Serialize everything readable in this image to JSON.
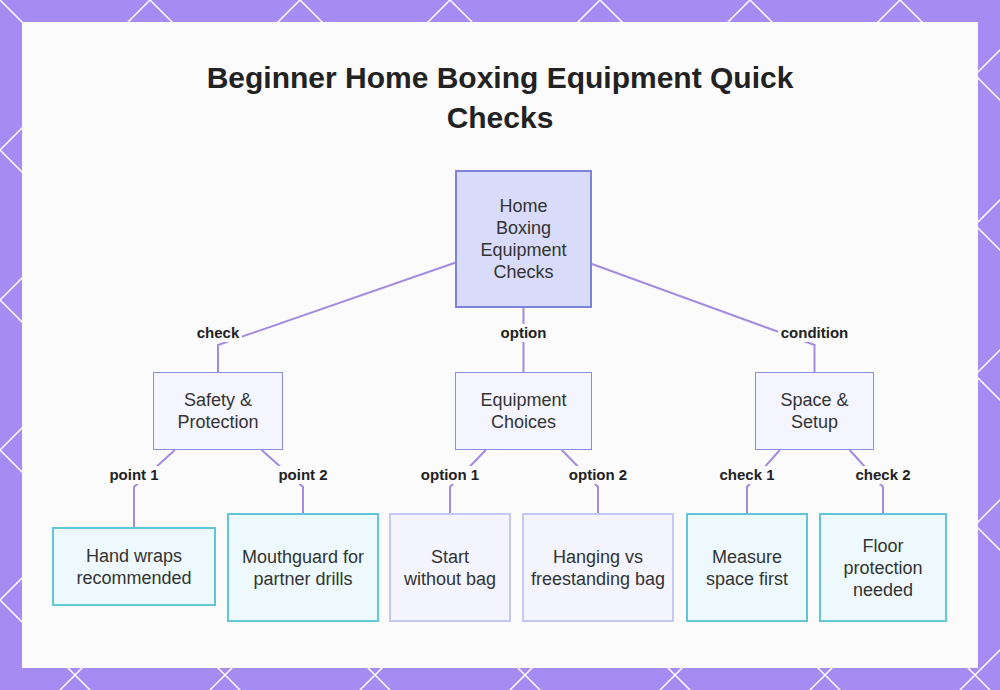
{
  "diagram": {
    "title": "Beginner Home Boxing Equipment Quick Checks",
    "nodes": [
      {
        "text": [
          "Home Boxing Equipment Checks"
        ]
      },
      {
        "text": [
          "Safety & Protection"
        ]
      },
      {
        "text": [
          "Equipment Choices"
        ]
      },
      {
        "text": [
          "Space & Setup"
        ]
      },
      {
        "text": [
          "Hand wraps recommended"
        ]
      },
      {
        "text": [
          "Mouthguard for partner drills"
        ]
      },
      {
        "text": [
          "Start without bag"
        ]
      },
      {
        "text": [
          "Hanging vs freestanding bag"
        ]
      },
      {
        "text": [
          "Measure space first"
        ]
      },
      {
        "text": [
          "Floor protection needed"
        ]
      }
    ],
    "edges": [
      {
        "from": 0,
        "to": 1,
        "label": "check",
        "arrow": "none"
      },
      {
        "from": 0,
        "to": 2,
        "label": "option",
        "arrow": "none"
      },
      {
        "from": 0,
        "to": 3,
        "label": "condition",
        "arrow": "none"
      },
      {
        "from": 1,
        "to": 4,
        "label": "point 1",
        "arrow": "none"
      },
      {
        "from": 1,
        "to": 5,
        "label": "point 2",
        "arrow": "none"
      },
      {
        "from": 2,
        "to": 6,
        "label": "option 1",
        "arrow": "none"
      },
      {
        "from": 2,
        "to": 7,
        "label": "option 2",
        "arrow": "none"
      },
      {
        "from": 3,
        "to": 8,
        "label": "check 1",
        "arrow": "none"
      },
      {
        "from": 3,
        "to": 9,
        "label": "check 2",
        "arrow": "none"
      }
    ]
  }
}
